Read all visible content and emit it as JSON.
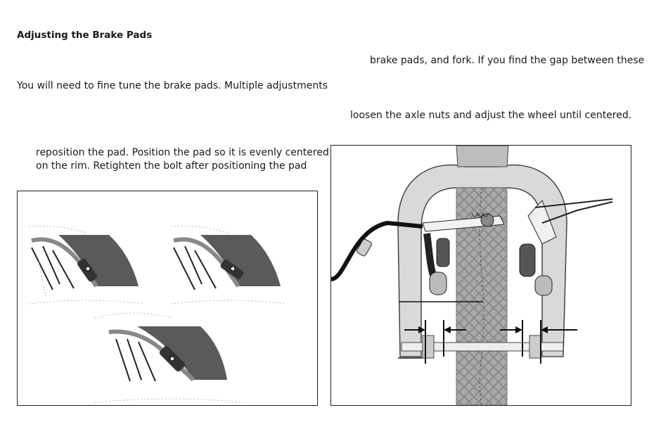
{
  "document": {
    "title": "Adjusting the Brake Pads",
    "paragraph_left_1": "You will need to fine tune the brake pads. Multiple adjustments",
    "paragraph_left_2_line1": "reposition the pad. Position the pad so it is evenly centered",
    "paragraph_left_2_line2": "on the rim. Retighten the bolt after positioning the pad",
    "paragraph_right_1": "brake pads, and fork. If you find the gap between these",
    "paragraph_right_2": "loosen the axle nuts and adjust the wheel until centered."
  },
  "figures": {
    "left_figure": {
      "panels": [
        "pad-position-top-left",
        "pad-position-top-right",
        "pad-position-bottom"
      ]
    },
    "right_figure": {
      "subject": "v-brake-fork-gap-diagram"
    }
  },
  "colors": {
    "tire_dark": "#555555",
    "tire_light": "#9a9a9a",
    "fork": "#d9d9d9",
    "line": "#111111"
  }
}
